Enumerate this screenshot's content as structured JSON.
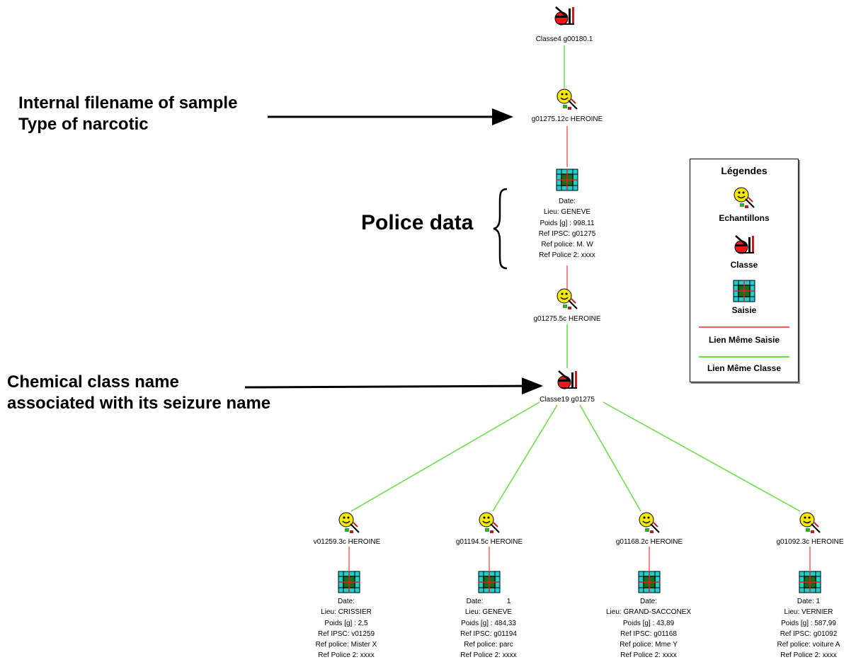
{
  "annotations": {
    "sample_line1": "Internal filename of sample",
    "sample_line2": "Type of narcotic",
    "police": "Police data",
    "class_line1": "Chemical class name",
    "class_line2": "associated with its seizure name"
  },
  "colors": {
    "same_seizure": "#f06060",
    "same_class": "#66dd44"
  },
  "nodes": {
    "top_class": {
      "label": "Classe4 g00180.1"
    },
    "sample1": {
      "label": "g01275.12c HEROINE"
    },
    "seizure_main": {
      "date": "Date:",
      "lieu": "Lieu: GENEVE",
      "poids": "Poids [g] : 998,11",
      "ref_ipsc": "Ref IPSC: g01275",
      "ref_police": "Ref police: M. W",
      "ref_police2": "Ref Police 2: xxxx"
    },
    "sample2": {
      "label": "g01275.5c HEROINE"
    },
    "class19": {
      "label": "Classe19 g01275"
    }
  },
  "branches": [
    {
      "sample": "v01259.3c HEROINE",
      "date": "Date:",
      "lieu": "Lieu: CRISSIER",
      "poids": "Poids [g] : 2,5",
      "ref_ipsc": "Ref IPSC: v01259",
      "ref_police": "Ref police: Mister X",
      "ref_police2": "Ref Police 2: xxxx"
    },
    {
      "sample": "g01194.5c HEROINE",
      "date": "Date:            1",
      "lieu": "Lieu: GENEVE",
      "poids": "Poids [g] : 484,33",
      "ref_ipsc": "Ref IPSC: g01194",
      "ref_police": "Ref police: parc",
      "ref_police2": "Ref Police 2: xxxx"
    },
    {
      "sample": "g01168.2c HEROINE",
      "date": "Date:",
      "lieu": "Lieu: GRAND-SACCONEX",
      "poids": "Poids [g] : 43,89",
      "ref_ipsc": "Ref IPSC: g01168",
      "ref_police": "Ref police: Mme Y",
      "ref_police2": "Ref Police 2: xxxx"
    },
    {
      "sample": "g01092.3c HEROINE",
      "date": "Date: 1",
      "lieu": "Lieu: VERNIER",
      "poids": "Poids [g] : 587,99",
      "ref_ipsc": "Ref IPSC: g01092",
      "ref_police": "Ref police: voiture A",
      "ref_police2": "Ref Police 2: xxxx"
    }
  ],
  "legend": {
    "title": "Légendes",
    "echantillons": "Echantillons",
    "classe": "Classe",
    "saisie": "Saisie",
    "lien_saisie": "Lien Même Saisie",
    "lien_classe": "Lien Même Classe"
  }
}
